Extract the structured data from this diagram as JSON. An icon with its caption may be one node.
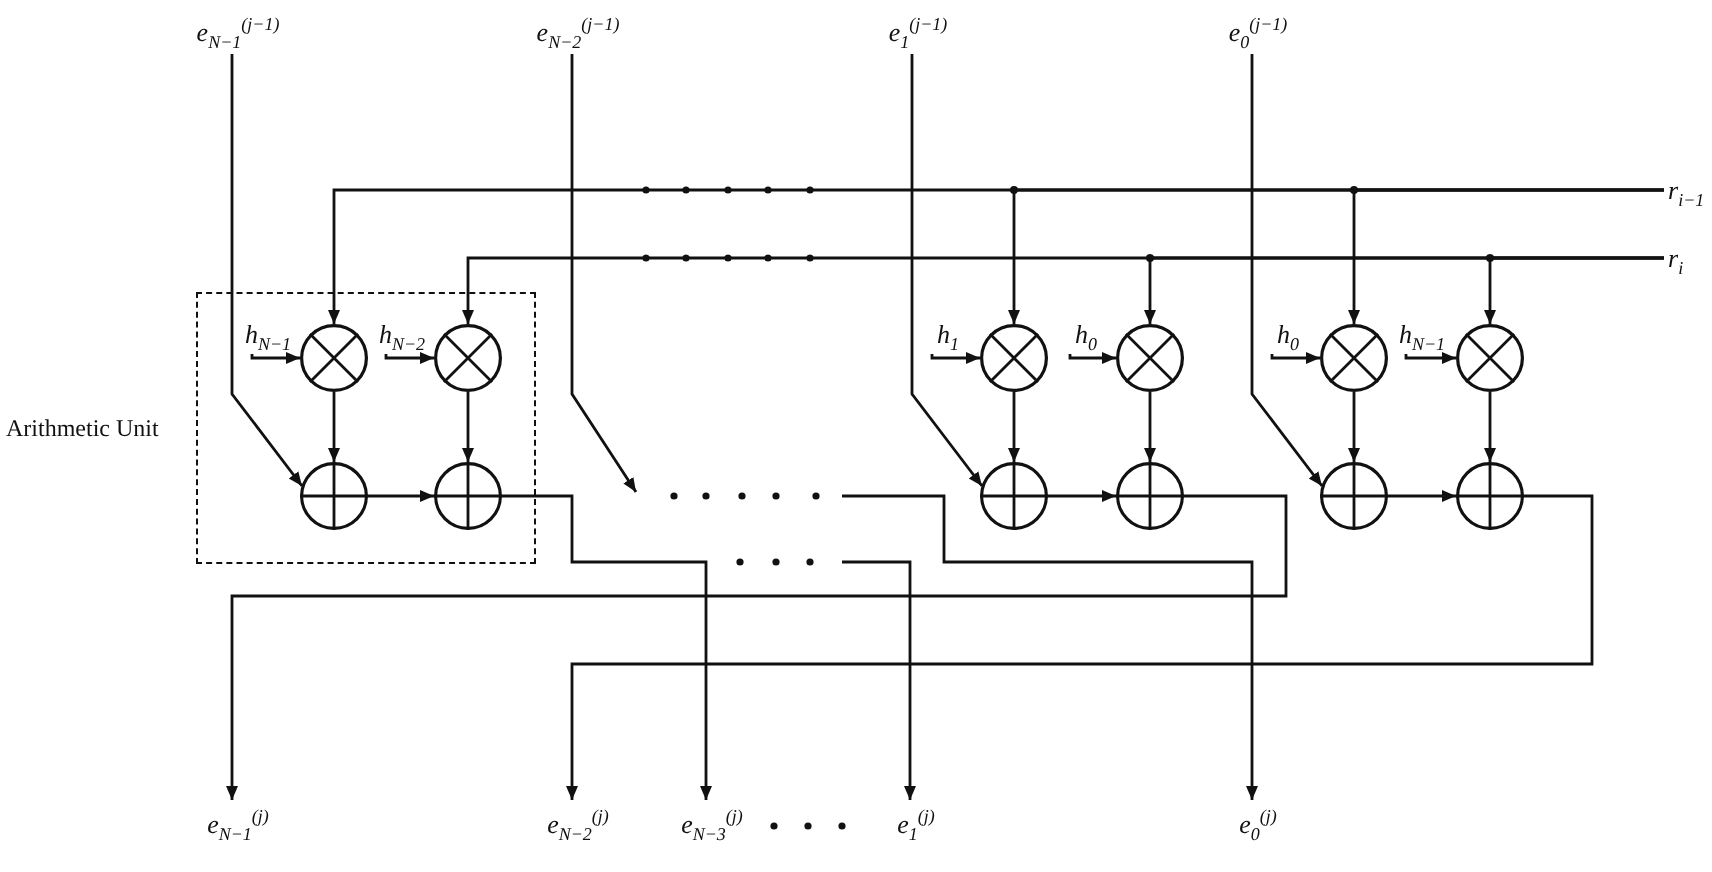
{
  "diagram": {
    "nodes": [
      {
        "text": [
          "e$_{N−1}$$^{(j−1)}$"
        ]
      },
      {
        "text": [
          "e$_{N−2}$$^{(j−1)}$"
        ]
      },
      {
        "text": [
          "e$_{1}$$^{(j−1)}$"
        ]
      },
      {
        "text": [
          "e$_{0}$$^{(j−1)}$"
        ]
      },
      {
        "text": [
          "r$_{i−1}$"
        ]
      },
      {
        "text": [
          "r$_{i}$"
        ]
      },
      {
        "text": [
          "Arithmetic Unit"
        ]
      },
      {
        "text": [
          "h$_{N−1}$"
        ],
        "in": 6
      },
      {
        "text": [
          "h$_{N−2}$"
        ],
        "in": 6
      },
      {
        "text": [
          "h$_{1}$"
        ]
      },
      {
        "text": [
          "h$_{0}$"
        ]
      },
      {
        "text": [
          "h$_{0}$"
        ]
      },
      {
        "text": [
          "h$_{N−1}$"
        ]
      },
      {
        "text": [],
        "shape": "circle",
        "in": 6
      },
      {
        "text": [],
        "shape": "circle",
        "in": 6
      },
      {
        "text": [],
        "shape": "circle"
      },
      {
        "text": [],
        "shape": "circle"
      },
      {
        "text": [],
        "shape": "circle"
      },
      {
        "text": [],
        "shape": "circle"
      },
      {
        "text": [],
        "shape": "circle",
        "in": 6
      },
      {
        "text": [],
        "shape": "circle",
        "in": 6
      },
      {
        "text": [],
        "shape": "circle"
      },
      {
        "text": [],
        "shape": "circle"
      },
      {
        "text": [],
        "shape": "circle"
      },
      {
        "text": [],
        "shape": "circle"
      },
      {
        "text": [
          "e$_{N−1}$$^{(j)}$"
        ]
      },
      {
        "text": [
          "e$_{N−2}$$^{(j)}$"
        ]
      },
      {
        "text": [
          "e$_{N−3}$$^{(j)}$"
        ]
      },
      {
        "text": [
          "e$_{1}$$^{(j)}$"
        ]
      },
      {
        "text": [
          "e$_{0}$$^{(j)}$"
        ]
      }
    ],
    "edges": [
      {
        "from": 0,
        "to": 19,
        "arrow": "to"
      },
      {
        "from": 1,
        "to": null,
        "arrow": "to"
      },
      {
        "from": 2,
        "to": 21,
        "arrow": "to"
      },
      {
        "from": 3,
        "to": 23,
        "arrow": "to"
      },
      {
        "from": 4,
        "to": 13,
        "arrow": "to"
      },
      {
        "from": 4,
        "to": 15,
        "arrow": "to"
      },
      {
        "from": 4,
        "to": 17,
        "arrow": "to"
      },
      {
        "from": 5,
        "to": 14,
        "arrow": "to"
      },
      {
        "from": 5,
        "to": 16,
        "arrow": "to"
      },
      {
        "from": 5,
        "to": 18,
        "arrow": "to"
      },
      {
        "from": 7,
        "to": 13,
        "arrow": "to"
      },
      {
        "from": 8,
        "to": 14,
        "arrow": "to"
      },
      {
        "from": 9,
        "to": 15,
        "arrow": "to"
      },
      {
        "from": 10,
        "to": 16,
        "arrow": "to"
      },
      {
        "from": 11,
        "to": 17,
        "arrow": "to"
      },
      {
        "from": 12,
        "to": 18,
        "arrow": "to"
      },
      {
        "from": 13,
        "to": 19,
        "arrow": "to"
      },
      {
        "from": 14,
        "to": 20,
        "arrow": "to"
      },
      {
        "from": 15,
        "to": 21,
        "arrow": "to"
      },
      {
        "from": 16,
        "to": 22,
        "arrow": "to"
      },
      {
        "from": 17,
        "to": 23,
        "arrow": "to"
      },
      {
        "from": 18,
        "to": 24,
        "arrow": "to"
      },
      {
        "from": 19,
        "to": 20,
        "arrow": "to"
      },
      {
        "from": 21,
        "to": 22,
        "arrow": "to"
      },
      {
        "from": 23,
        "to": 24,
        "arrow": "to"
      },
      {
        "from": 20,
        "to": 27,
        "arrow": "to"
      },
      {
        "from": 22,
        "to": 25,
        "arrow": "to"
      },
      {
        "from": 24,
        "to": 26,
        "arrow": "to"
      },
      {
        "from": null,
        "to": 28,
        "arrow": "to"
      },
      {
        "from": null,
        "to": 29,
        "arrow": "to"
      }
    ]
  }
}
